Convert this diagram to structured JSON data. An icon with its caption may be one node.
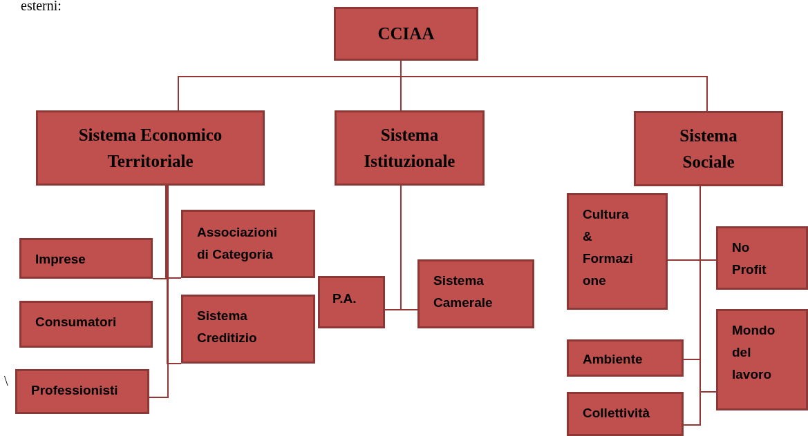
{
  "diagram": {
    "nodes": [
      {
        "text": [
          "CCIAA"
        ]
      },
      {
        "text": [
          "Sistema Economico Territoriale"
        ]
      },
      {
        "text": [
          "Sistema Istituzionale"
        ]
      },
      {
        "text": [
          "Sistema Sociale"
        ]
      },
      {
        "text": [
          "Associazioni di Categoria"
        ]
      },
      {
        "text": [
          "Imprese"
        ]
      },
      {
        "text": [
          "Consumatori"
        ]
      },
      {
        "text": [
          "Sistema Creditizio"
        ]
      },
      {
        "text": [
          "Professionisti"
        ]
      },
      {
        "text": [
          "P.A."
        ]
      },
      {
        "text": [
          "Sistema Camerale"
        ]
      },
      {
        "text": [
          "Cultura & Formazione"
        ]
      },
      {
        "text": [
          "No Profit"
        ]
      },
      {
        "text": [
          "Ambiente"
        ]
      },
      {
        "text": [
          "Mondo del lavoro"
        ]
      },
      {
        "text": [
          "Collettività"
        ]
      }
    ],
    "edges": [
      {
        "from": 0,
        "to": 1,
        "arrow": "none"
      },
      {
        "from": 0,
        "to": 2,
        "arrow": "none"
      },
      {
        "from": 0,
        "to": 3,
        "arrow": "none"
      },
      {
        "from": 1,
        "to": 5,
        "arrow": "none"
      },
      {
        "from": 1,
        "to": 4,
        "arrow": "none"
      },
      {
        "from": 1,
        "to": 7,
        "arrow": "none"
      },
      {
        "from": 1,
        "to": 8,
        "arrow": "none"
      },
      {
        "from": 2,
        "to": 9,
        "arrow": "none"
      },
      {
        "from": 2,
        "to": 10,
        "arrow": "none"
      },
      {
        "from": 3,
        "to": 11,
        "arrow": "none"
      },
      {
        "from": 3,
        "to": 12,
        "arrow": "none"
      },
      {
        "from": 3,
        "to": 13,
        "arrow": "none"
      },
      {
        "from": 3,
        "to": 14,
        "arrow": "none"
      },
      {
        "from": 3,
        "to": 15,
        "arrow": "none"
      }
    ],
    "labels": [
      "esterni:",
      "\\"
    ]
  }
}
